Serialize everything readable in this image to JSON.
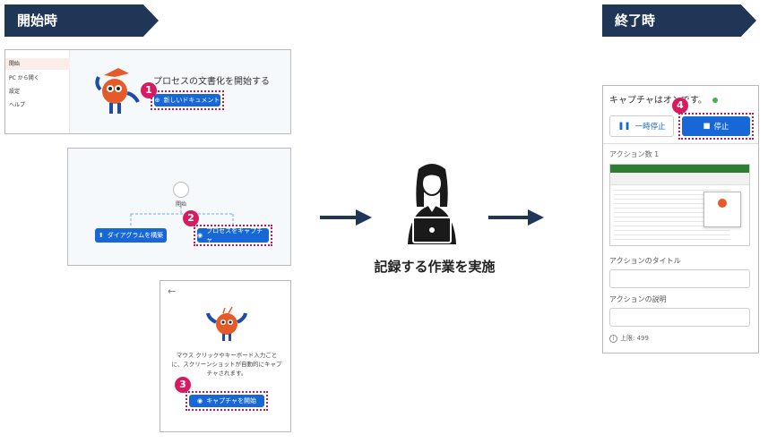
{
  "banners": {
    "start": "開始時",
    "end": "終了時"
  },
  "panel1": {
    "menu": [
      "開始",
      "PC から開く",
      "設定",
      "ヘルプ"
    ],
    "heading": "プロセスの文書化を開始する",
    "button": "新しいドキュメント",
    "badge": "1"
  },
  "panel2": {
    "node_label": "開始",
    "button_left": "ダイアグラムを構築",
    "button_right": "プロセスをキャプチャ",
    "badge": "2"
  },
  "panel3": {
    "back": "←",
    "description": "マウス クリックやキーボード入力ごとに、スクリーンショットが自動的にキャプチャされます。",
    "button": "キャプチャを開始",
    "badge": "3"
  },
  "center": {
    "caption": "記録する作業を実施"
  },
  "right_panel": {
    "status": "キャプチャはオンです。",
    "pause_label": "一時停止",
    "stop_label": "停止",
    "badge": "4",
    "action_count": "アクション数 1",
    "title_label": "アクションのタイトル",
    "desc_label": "アクションの説明",
    "limit": "上限: 499"
  },
  "colors": {
    "navy": "#1f3656",
    "blue": "#1768d6",
    "magenta": "#d81b60",
    "green": "#4caf50"
  }
}
